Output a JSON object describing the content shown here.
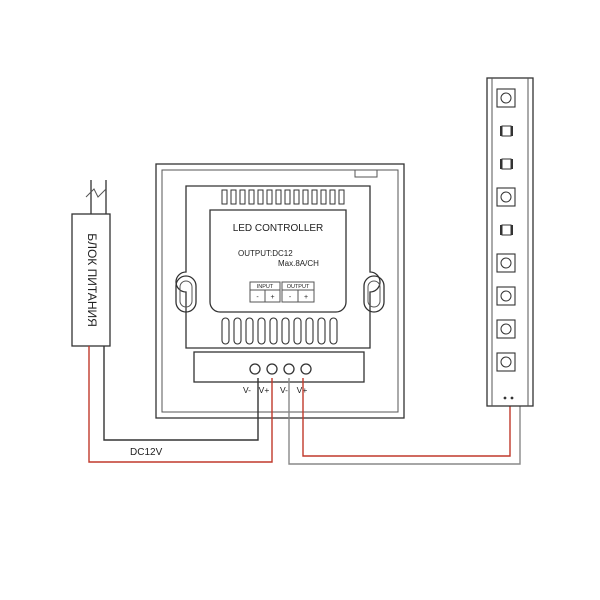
{
  "psu": {
    "label": "БЛОК ПИТАНИЯ"
  },
  "controller": {
    "title": "LED CONTROLLER",
    "output_spec": "OUTPUT:DC12",
    "max_current": "Max.8A/CH",
    "input_label": "INPUT",
    "output_label": "OUTPUT",
    "input_minus": "-",
    "input_plus": "+",
    "output_minus": "-",
    "output_plus": "+"
  },
  "terminals": [
    {
      "label": "V-"
    },
    {
      "label": "V+"
    },
    {
      "label": "V-"
    },
    {
      "label": "V+"
    }
  ],
  "wiring": {
    "supply_label": "DC12V",
    "colors": {
      "negative": "#333333",
      "positive": "#c0392b",
      "output_negative": "#888888",
      "output_positive": "#c0392b"
    }
  },
  "strip": {
    "led_count": 9
  }
}
